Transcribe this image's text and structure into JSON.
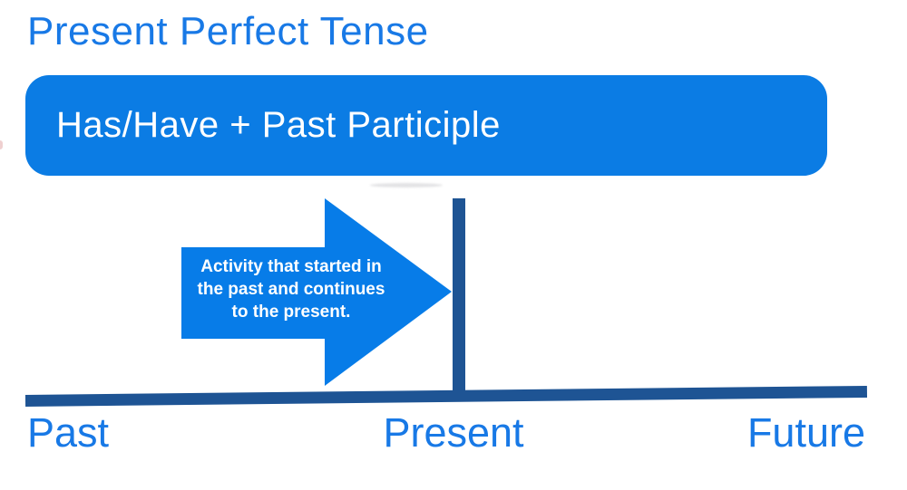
{
  "title": "Present Perfect Tense",
  "formula_box": {
    "text": "Has/Have + Past Participle"
  },
  "diagram": {
    "arrow_label": "Activity that started in the past and continues to the present.",
    "arrow_label_lines": [
      "Activity that started in",
      "the past and continues",
      "to the present."
    ],
    "timeline_labels": {
      "past": "Past",
      "present": "Present",
      "future": "Future"
    },
    "colors": {
      "heading_blue": "#1879e6",
      "formula_box_fill": "#0b7ce4",
      "arrow_fill": "#077ce8",
      "timeline_dark_blue": "#1e5494",
      "arrow_text_white": "#ffffff"
    }
  }
}
